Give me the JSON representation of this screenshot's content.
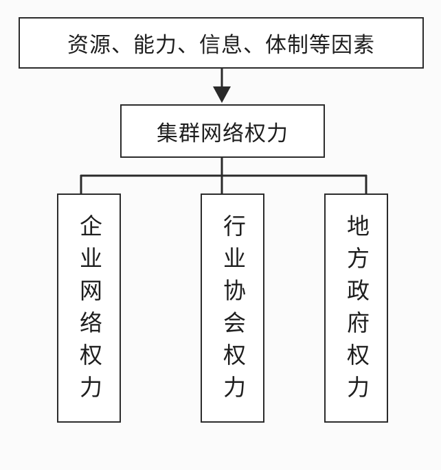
{
  "diagram": {
    "top_box": "资源、能力、信息、体制等因素",
    "middle_box": "集群网络权力",
    "bottom_boxes": [
      "企业网络权力",
      "行业协会权力",
      "地方政府权力"
    ]
  }
}
